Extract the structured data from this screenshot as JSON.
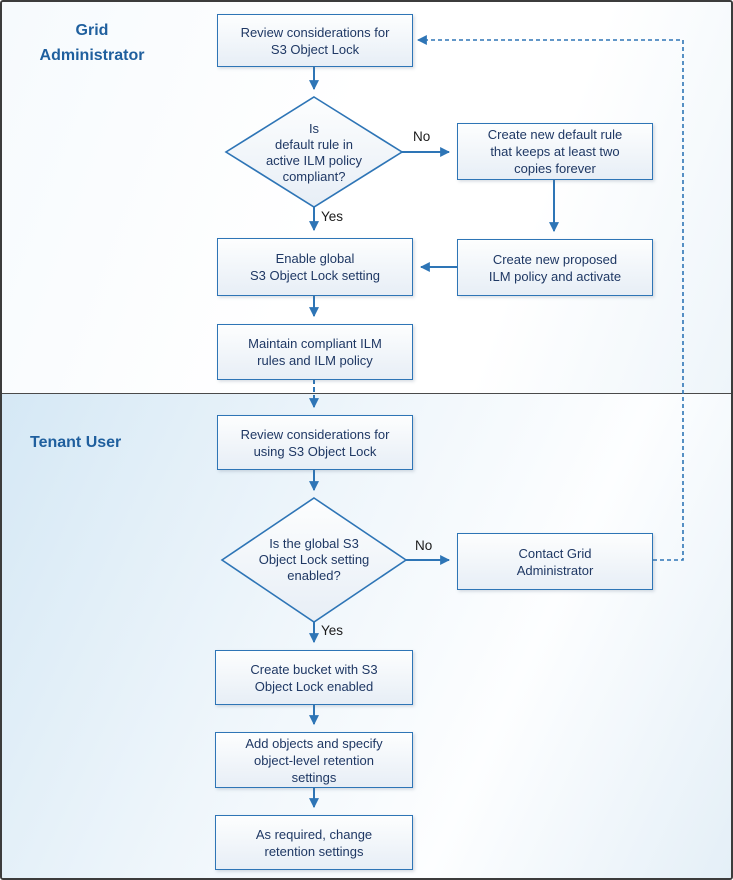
{
  "colors": {
    "accent_blue": "#2e75b6",
    "node_text": "#1f3864",
    "lane_label_blue": "#1f5f9e",
    "lane_tenant_background": "#d5e8f5",
    "node_fill": "#e7eef6",
    "border_dark": "#3c3c3c"
  },
  "lanes": {
    "grid_admin": {
      "label": "Grid\nAdministrator"
    },
    "tenant_user": {
      "label": "Tenant User"
    }
  },
  "nodes": {
    "review_admin": {
      "text": "Review considerations for\nS3 Object Lock"
    },
    "decision_ilm": {
      "text": "Is\ndefault rule in\nactive ILM policy\ncompliant?"
    },
    "create_default_rule": {
      "text": "Create new default rule\nthat keeps at least two\ncopies forever"
    },
    "create_proposed_policy": {
      "text": "Create new proposed\nILM policy and activate"
    },
    "enable_global": {
      "text": "Enable global\nS3 Object Lock setting"
    },
    "maintain_ilm": {
      "text": "Maintain compliant ILM\nrules and ILM policy"
    },
    "review_tenant": {
      "text": "Review considerations for\nusing S3 Object Lock"
    },
    "decision_global": {
      "text": "Is the global S3\nObject Lock setting\nenabled?"
    },
    "contact_admin": {
      "text": "Contact Grid\nAdministrator"
    },
    "create_bucket": {
      "text": "Create bucket with S3\nObject Lock enabled"
    },
    "add_objects": {
      "text": "Add objects and specify\nobject-level retention\nsettings"
    },
    "change_retention": {
      "text": "As required, change\nretention settings"
    }
  },
  "edge_labels": {
    "decision_ilm_no": "No",
    "decision_ilm_yes": "Yes",
    "decision_global_no": "No",
    "decision_global_yes": "Yes"
  }
}
